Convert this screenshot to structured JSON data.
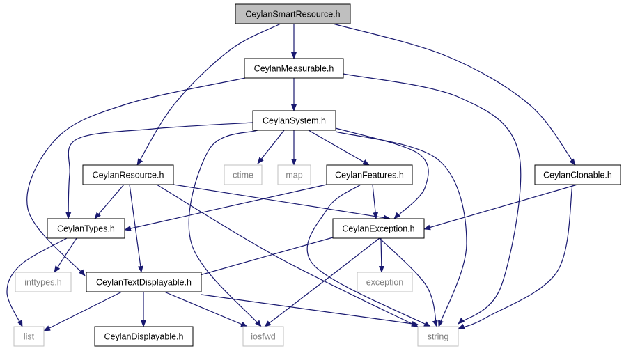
{
  "colors": {
    "edge": "#191970",
    "root_fill": "#bfbfbf",
    "node_border": "#000000",
    "system_border": "#bfbfbf",
    "system_text": "#7f7f7f",
    "text": "#000000"
  },
  "nodes": [
    {
      "id": "smartresource",
      "label": "CeylanSmartResource.h",
      "kind": "root"
    },
    {
      "id": "measurable",
      "label": "CeylanMeasurable.h",
      "kind": "local"
    },
    {
      "id": "system",
      "label": "CeylanSystem.h",
      "kind": "local"
    },
    {
      "id": "resource",
      "label": "CeylanResource.h",
      "kind": "local"
    },
    {
      "id": "ctime",
      "label": "ctime",
      "kind": "system"
    },
    {
      "id": "map",
      "label": "map",
      "kind": "system"
    },
    {
      "id": "features",
      "label": "CeylanFeatures.h",
      "kind": "local"
    },
    {
      "id": "clonable",
      "label": "CeylanClonable.h",
      "kind": "local"
    },
    {
      "id": "types",
      "label": "CeylanTypes.h",
      "kind": "local"
    },
    {
      "id": "exception",
      "label": "CeylanException.h",
      "kind": "local"
    },
    {
      "id": "inttypes",
      "label": "inttypes.h",
      "kind": "system"
    },
    {
      "id": "textdisplayable",
      "label": "CeylanTextDisplayable.h",
      "kind": "local"
    },
    {
      "id": "exceptionstd",
      "label": "exception",
      "kind": "system"
    },
    {
      "id": "list",
      "label": "list",
      "kind": "system"
    },
    {
      "id": "displayable",
      "label": "CeylanDisplayable.h",
      "kind": "local"
    },
    {
      "id": "iosfwd",
      "label": "iosfwd",
      "kind": "system"
    },
    {
      "id": "string",
      "label": "string",
      "kind": "system"
    }
  ],
  "edges": [
    {
      "from": "smartresource",
      "to": "measurable"
    },
    {
      "from": "smartresource",
      "to": "resource"
    },
    {
      "from": "smartresource",
      "to": "clonable"
    },
    {
      "from": "measurable",
      "to": "system"
    },
    {
      "from": "measurable",
      "to": "textdisplayable"
    },
    {
      "from": "measurable",
      "to": "string"
    },
    {
      "from": "system",
      "to": "types"
    },
    {
      "from": "system",
      "to": "iosfwd"
    },
    {
      "from": "system",
      "to": "ctime"
    },
    {
      "from": "system",
      "to": "map"
    },
    {
      "from": "system",
      "to": "features"
    },
    {
      "from": "system",
      "to": "exception"
    },
    {
      "from": "system",
      "to": "string"
    },
    {
      "from": "resource",
      "to": "types"
    },
    {
      "from": "resource",
      "to": "textdisplayable"
    },
    {
      "from": "resource",
      "to": "exception"
    },
    {
      "from": "resource",
      "to": "string"
    },
    {
      "from": "features",
      "to": "types"
    },
    {
      "from": "features",
      "to": "exception"
    },
    {
      "from": "features",
      "to": "string"
    },
    {
      "from": "clonable",
      "to": "exception"
    },
    {
      "from": "clonable",
      "to": "string"
    },
    {
      "from": "types",
      "to": "inttypes"
    },
    {
      "from": "types",
      "to": "list"
    },
    {
      "from": "exception",
      "to": "textdisplayable"
    },
    {
      "from": "exception",
      "to": "exceptionstd"
    },
    {
      "from": "exception",
      "to": "iosfwd"
    },
    {
      "from": "exception",
      "to": "string"
    },
    {
      "from": "textdisplayable",
      "to": "list"
    },
    {
      "from": "textdisplayable",
      "to": "displayable"
    },
    {
      "from": "textdisplayable",
      "to": "iosfwd"
    },
    {
      "from": "textdisplayable",
      "to": "string"
    }
  ]
}
